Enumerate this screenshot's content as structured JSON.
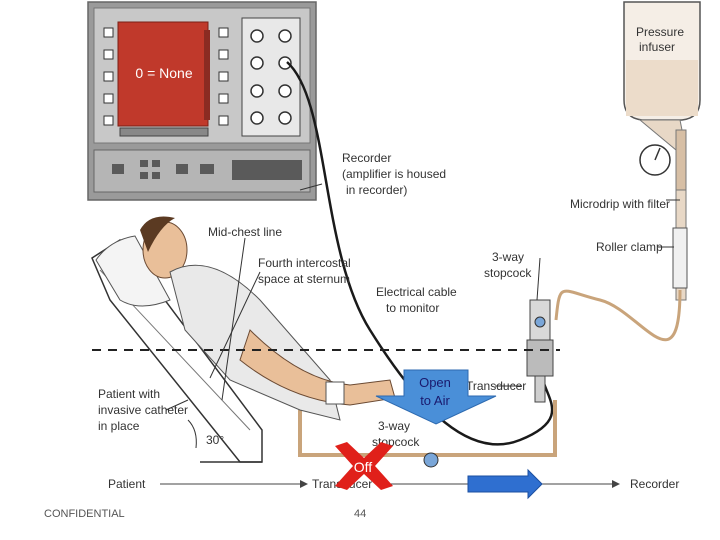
{
  "overlays": {
    "zero_label": "0 = None",
    "open_label_line1": "Open",
    "open_label_line2": "to Air",
    "off_label": "Off"
  },
  "labels": {
    "pressure_line1": "Pressure",
    "pressure_line2": "infuser",
    "recorder_line1": "Recorder",
    "recorder_line2": "(amplifier is housed",
    "recorder_line3": "in recorder)",
    "microdrip": "Microdrip with filter",
    "midchest": "Mid-chest line",
    "fourth_line1": "Fourth intercostal",
    "fourth_line2": "space at sternum",
    "roller": "Roller clamp",
    "stopcock_top_line1": "3-way",
    "stopcock_top_line2": "stopcock",
    "cable_line1": "Electrical cable",
    "cable_line2": "to monitor",
    "transducer": "Transducer",
    "patient_cath_line1": "Patient with",
    "patient_cath_line2": "invasive catheter",
    "patient_cath_line3": "in place",
    "angle": "30°",
    "stopcock_bottom_line1": "3-way",
    "stopcock_bottom_line2": "stopcock",
    "flow_patient": "Patient",
    "flow_transducer": "Transducer",
    "flow_recorder": "Recorder"
  },
  "footer": {
    "confidential": "CONFIDENTIAL",
    "page_number": "44"
  },
  "colors": {
    "screen_red": "#c0392b",
    "callout_blue": "#4a8fd8",
    "off_red": "#e0201a",
    "arrow_blue": "#2f6fd0"
  }
}
